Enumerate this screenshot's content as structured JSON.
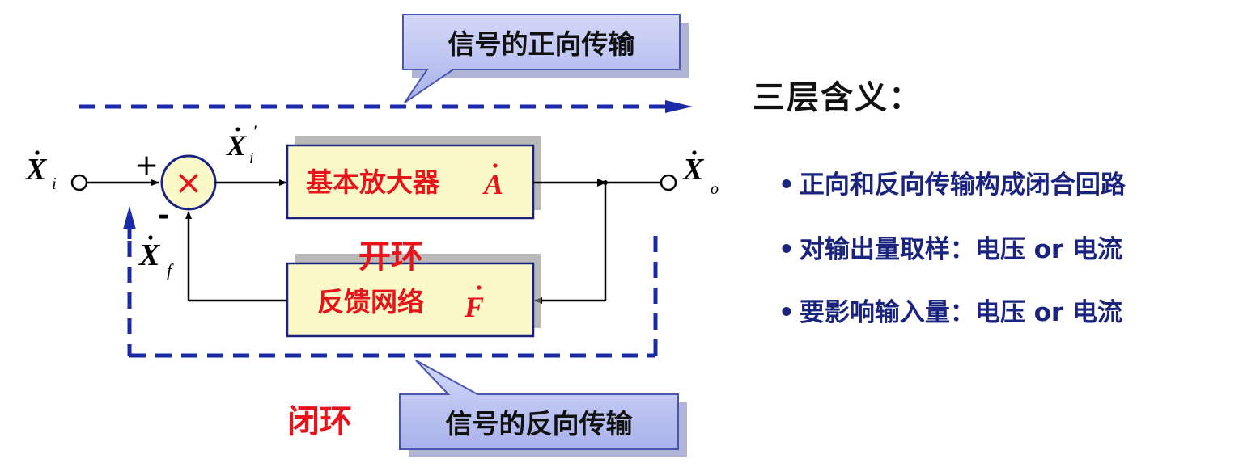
{
  "callouts": {
    "forward": "信号的正向传输",
    "reverse": "信号的反向传输"
  },
  "labels": {
    "open_loop": "开环",
    "closed_loop": "闭环",
    "plus_sign": "+",
    "minus_sign": "-",
    "multiply_sign": "×"
  },
  "blocks": {
    "amplifier": {
      "text": "基本放大器",
      "symbol": "A"
    },
    "feedback": {
      "text": "反馈网络",
      "symbol": "F"
    }
  },
  "signals": {
    "input": {
      "symbol": "X",
      "sub": "i"
    },
    "net_input": {
      "symbol": "X",
      "sub": "i",
      "prime": "'"
    },
    "feedback": {
      "symbol": "X",
      "sub": "f"
    },
    "output": {
      "symbol": "X",
      "sub": "o"
    }
  },
  "meaning": {
    "title": "三层含义：",
    "items": [
      "正向和反向传输构成闭合回路",
      "对输出量取样：电压 or 电流",
      "要影响输入量：电压 or 电流"
    ]
  },
  "colors": {
    "dashed_line": "#1a2aa8",
    "callout_fill": "#b8bff0",
    "block_fill": "#fcf9c8",
    "block_border": "#1a237e",
    "red_text": "#e8141b",
    "bullet_text": "#1a237e"
  }
}
